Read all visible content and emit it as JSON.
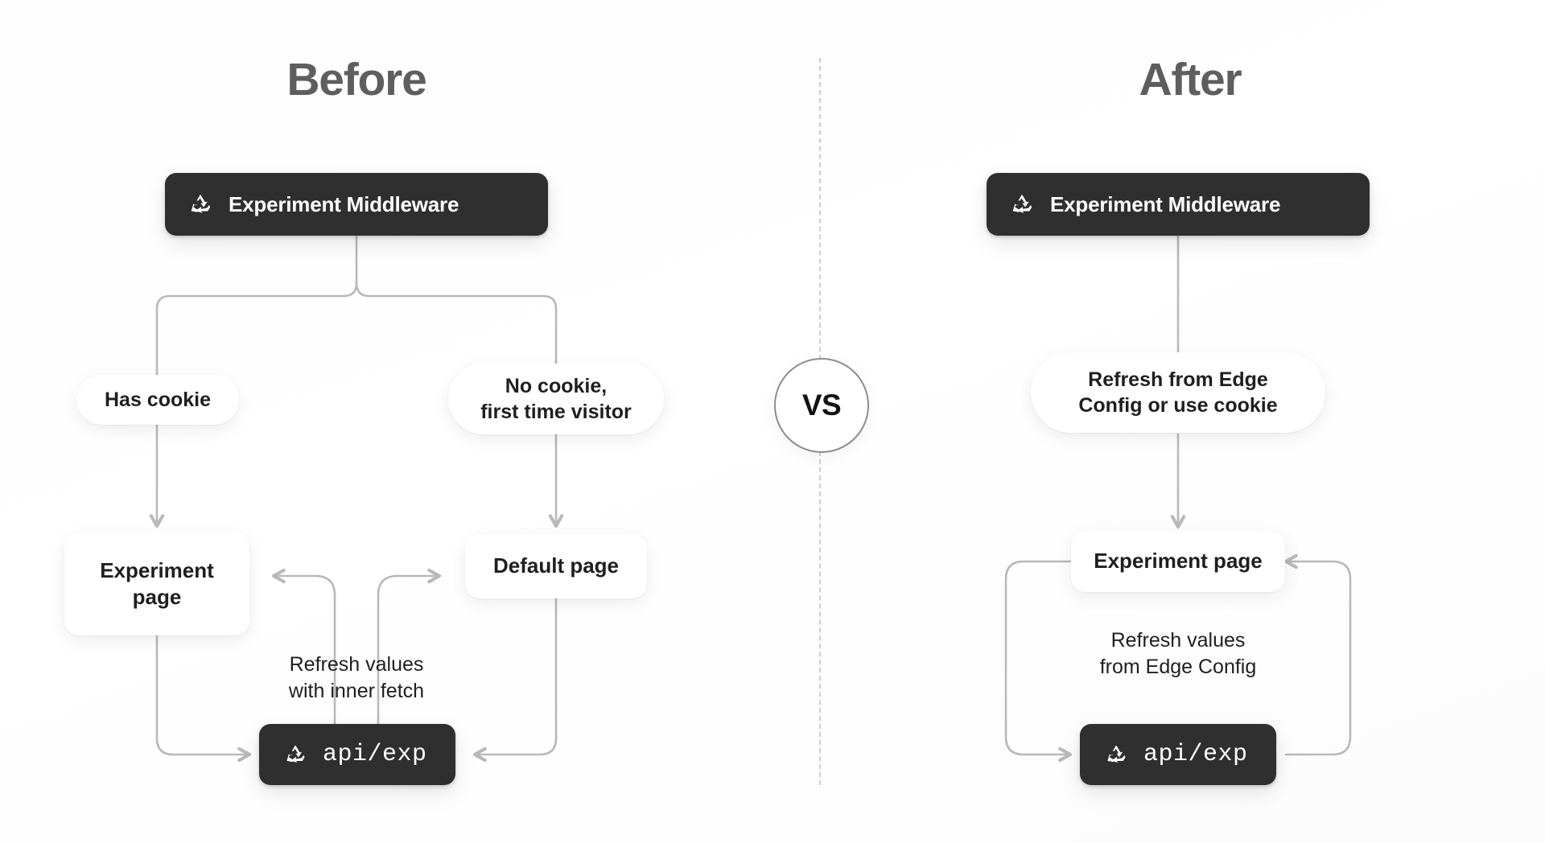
{
  "columns": {
    "before": {
      "title": "Before"
    },
    "after": {
      "title": "After"
    }
  },
  "divider": {
    "badge_label": "VS"
  },
  "icons": {
    "middleware": "triangle-refresh-icon",
    "endpoint": "triangle-refresh-icon"
  },
  "before_flow": {
    "middleware": {
      "label": "Experiment Middleware"
    },
    "branch_left": {
      "label": "Has cookie"
    },
    "branch_right": {
      "label": "No cookie,\nfirst time visitor"
    },
    "page_left": {
      "label": "Experiment\npage"
    },
    "page_right": {
      "label": "Default page"
    },
    "refresh_caption": {
      "label": "Refresh values\nwith inner fetch"
    },
    "endpoint": {
      "label": "api/exp"
    }
  },
  "after_flow": {
    "middleware": {
      "label": "Experiment Middleware"
    },
    "decision": {
      "label": "Refresh from Edge\nConfig or use cookie"
    },
    "page": {
      "label": "Experiment page"
    },
    "refresh_caption": {
      "label": "Refresh values\nfrom Edge Config"
    },
    "endpoint": {
      "label": "api/exp"
    }
  },
  "colors": {
    "chip_background": "#2f2f2f",
    "chip_text": "#ffffff",
    "node_background": "#ffffff",
    "node_text": "#1f1f1f",
    "connector": "#b9b9b9",
    "divider": "#cfcfcf",
    "title_text": "#5e5e5e",
    "page_background": "#ffffff"
  }
}
